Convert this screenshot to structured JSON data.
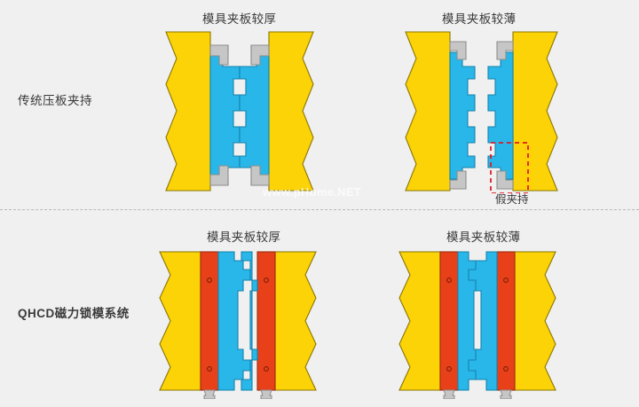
{
  "figure": {
    "background_color": "#f0f0f0",
    "divider_color": "#b9b9b9",
    "watermark": "www.pHome.NET"
  },
  "palette": {
    "yellow_platen": "#FCD306",
    "yellow_platen_stroke": "#8a7606",
    "blue_mold": "#29B6E8",
    "blue_mold_stroke": "#1583ad",
    "red_magnet": "#E8411A",
    "red_magnet_stroke": "#9c2c10",
    "gray_clamp": "#C6C6C6",
    "gray_clamp_stroke": "#8d8d8d",
    "white_gap": "#f2f2f2",
    "callout_red": "#E01B24",
    "text_color": "#3a3a3a"
  },
  "rows": [
    {
      "id": "traditional",
      "label": "传统压板夹持"
    },
    {
      "id": "qhcd",
      "label": "QHCD磁力锁模系统"
    }
  ],
  "columns": [
    {
      "id": "thick",
      "label": "模具夹板较厚"
    },
    {
      "id": "thin",
      "label": "模具夹板较薄"
    }
  ],
  "headings": {
    "top_left": "模具夹板较厚",
    "top_right": "模具夹板较薄",
    "bottom_left": "模具夹板较厚",
    "bottom_right": "模具夹板较薄"
  },
  "annotations": {
    "false_clamp_label": "假夹持",
    "false_clamp_highlight_color": "#E01B24"
  },
  "diagrams": {
    "traditional_thick": {
      "name": "传统压板夹持 - 模具夹板较厚",
      "parts": [
        "yellow-platen-left",
        "yellow-platen-right",
        "blue-mold-left",
        "blue-mold-right",
        "gray-clamp-top-left",
        "gray-clamp-top-right",
        "gray-clamp-bottom-left",
        "gray-clamp-bottom-right"
      ],
      "mold_closed": true
    },
    "traditional_thin": {
      "name": "传统压板夹持 - 模具夹板较薄",
      "parts": [
        "yellow-platen-left",
        "yellow-platen-right",
        "blue-mold-left",
        "blue-mold-right",
        "gray-clamp-top-left",
        "gray-clamp-top-right",
        "gray-clamp-bottom-left",
        "gray-clamp-bottom-right",
        "false-clamp-callout"
      ],
      "mold_closed": false
    },
    "qhcd_thick": {
      "name": "QHCD磁力锁模系统 - 模具夹板较厚",
      "parts": [
        "yellow-platen-left",
        "yellow-platen-right",
        "red-magnet-left",
        "red-magnet-right",
        "blue-mold-left",
        "blue-mold-right",
        "foot-left",
        "foot-right",
        "bolt-hole-upper-left",
        "bolt-hole-lower-left",
        "bolt-hole-upper-right",
        "bolt-hole-lower-right"
      ],
      "mold_closed": true
    },
    "qhcd_thin": {
      "name": "QHCD磁力锁模系统 - 模具夹板较薄",
      "parts": [
        "yellow-platen-left",
        "yellow-platen-right",
        "red-magnet-left",
        "red-magnet-right",
        "blue-mold-left",
        "blue-mold-right",
        "foot-left",
        "foot-right",
        "bolt-hole-upper-left",
        "bolt-hole-lower-left",
        "bolt-hole-upper-right",
        "bolt-hole-lower-right"
      ],
      "mold_closed": true
    }
  }
}
